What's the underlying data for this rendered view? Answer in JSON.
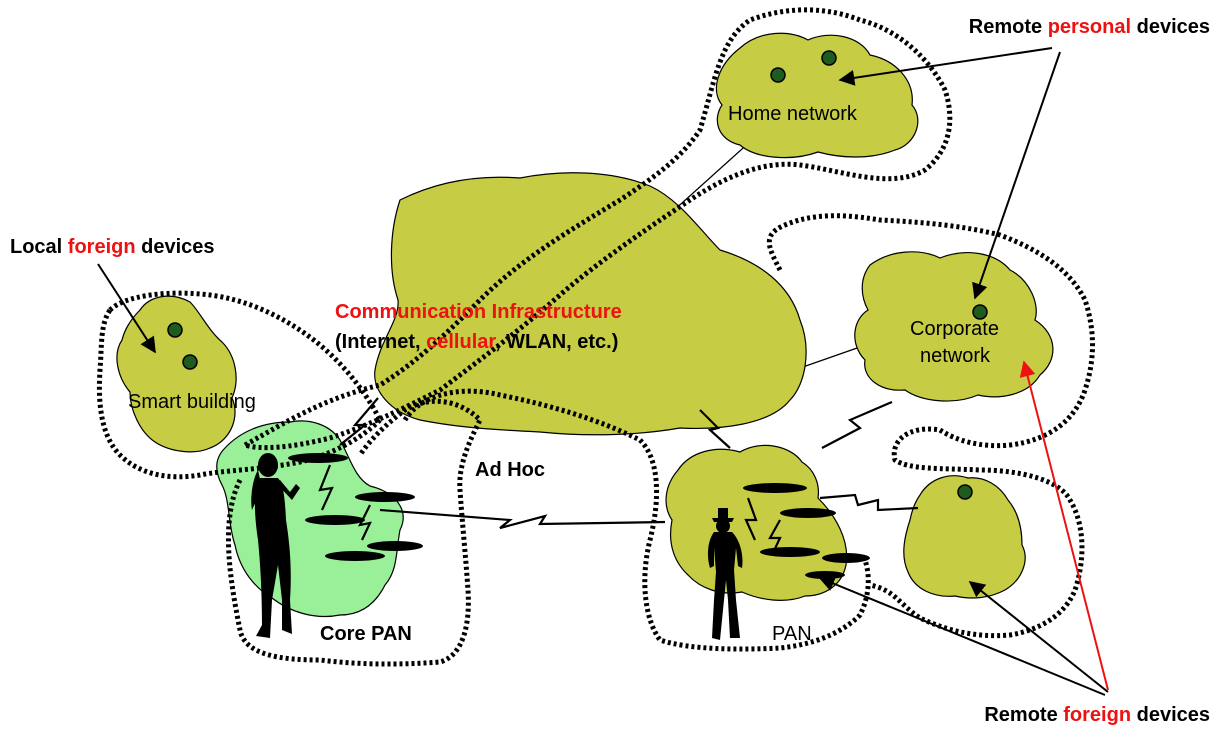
{
  "labels": {
    "remote_personal": {
      "pre": "Remote ",
      "hl": "personal",
      "post": " devices"
    },
    "local_foreign": {
      "pre": "Local ",
      "hl": "foreign",
      "post": " devices"
    },
    "remote_foreign": {
      "pre": "Remote ",
      "hl": "foreign",
      "post": " devices"
    },
    "infra_line1": "Communication Infrastructure",
    "infra_line2": {
      "pre": "(Internet, ",
      "hl": "cellular",
      "post": ", WLAN, etc.)"
    },
    "home_network": "Home network",
    "corporate_line1": "Corporate",
    "corporate_line2": "network",
    "smart_building": "Smart building",
    "ad_hoc": "Ad Hoc",
    "core_pan": "Core PAN",
    "pan": "PAN"
  },
  "colors": {
    "cloud": "#c6cc44",
    "core_pan_cloud": "#99f099",
    "highlight": "#ee1111",
    "device": "#1f5a1f"
  },
  "icons": [
    "woman-silhouette",
    "man-with-hat-silhouette",
    "device-dot",
    "device-disc",
    "lightning-link"
  ]
}
